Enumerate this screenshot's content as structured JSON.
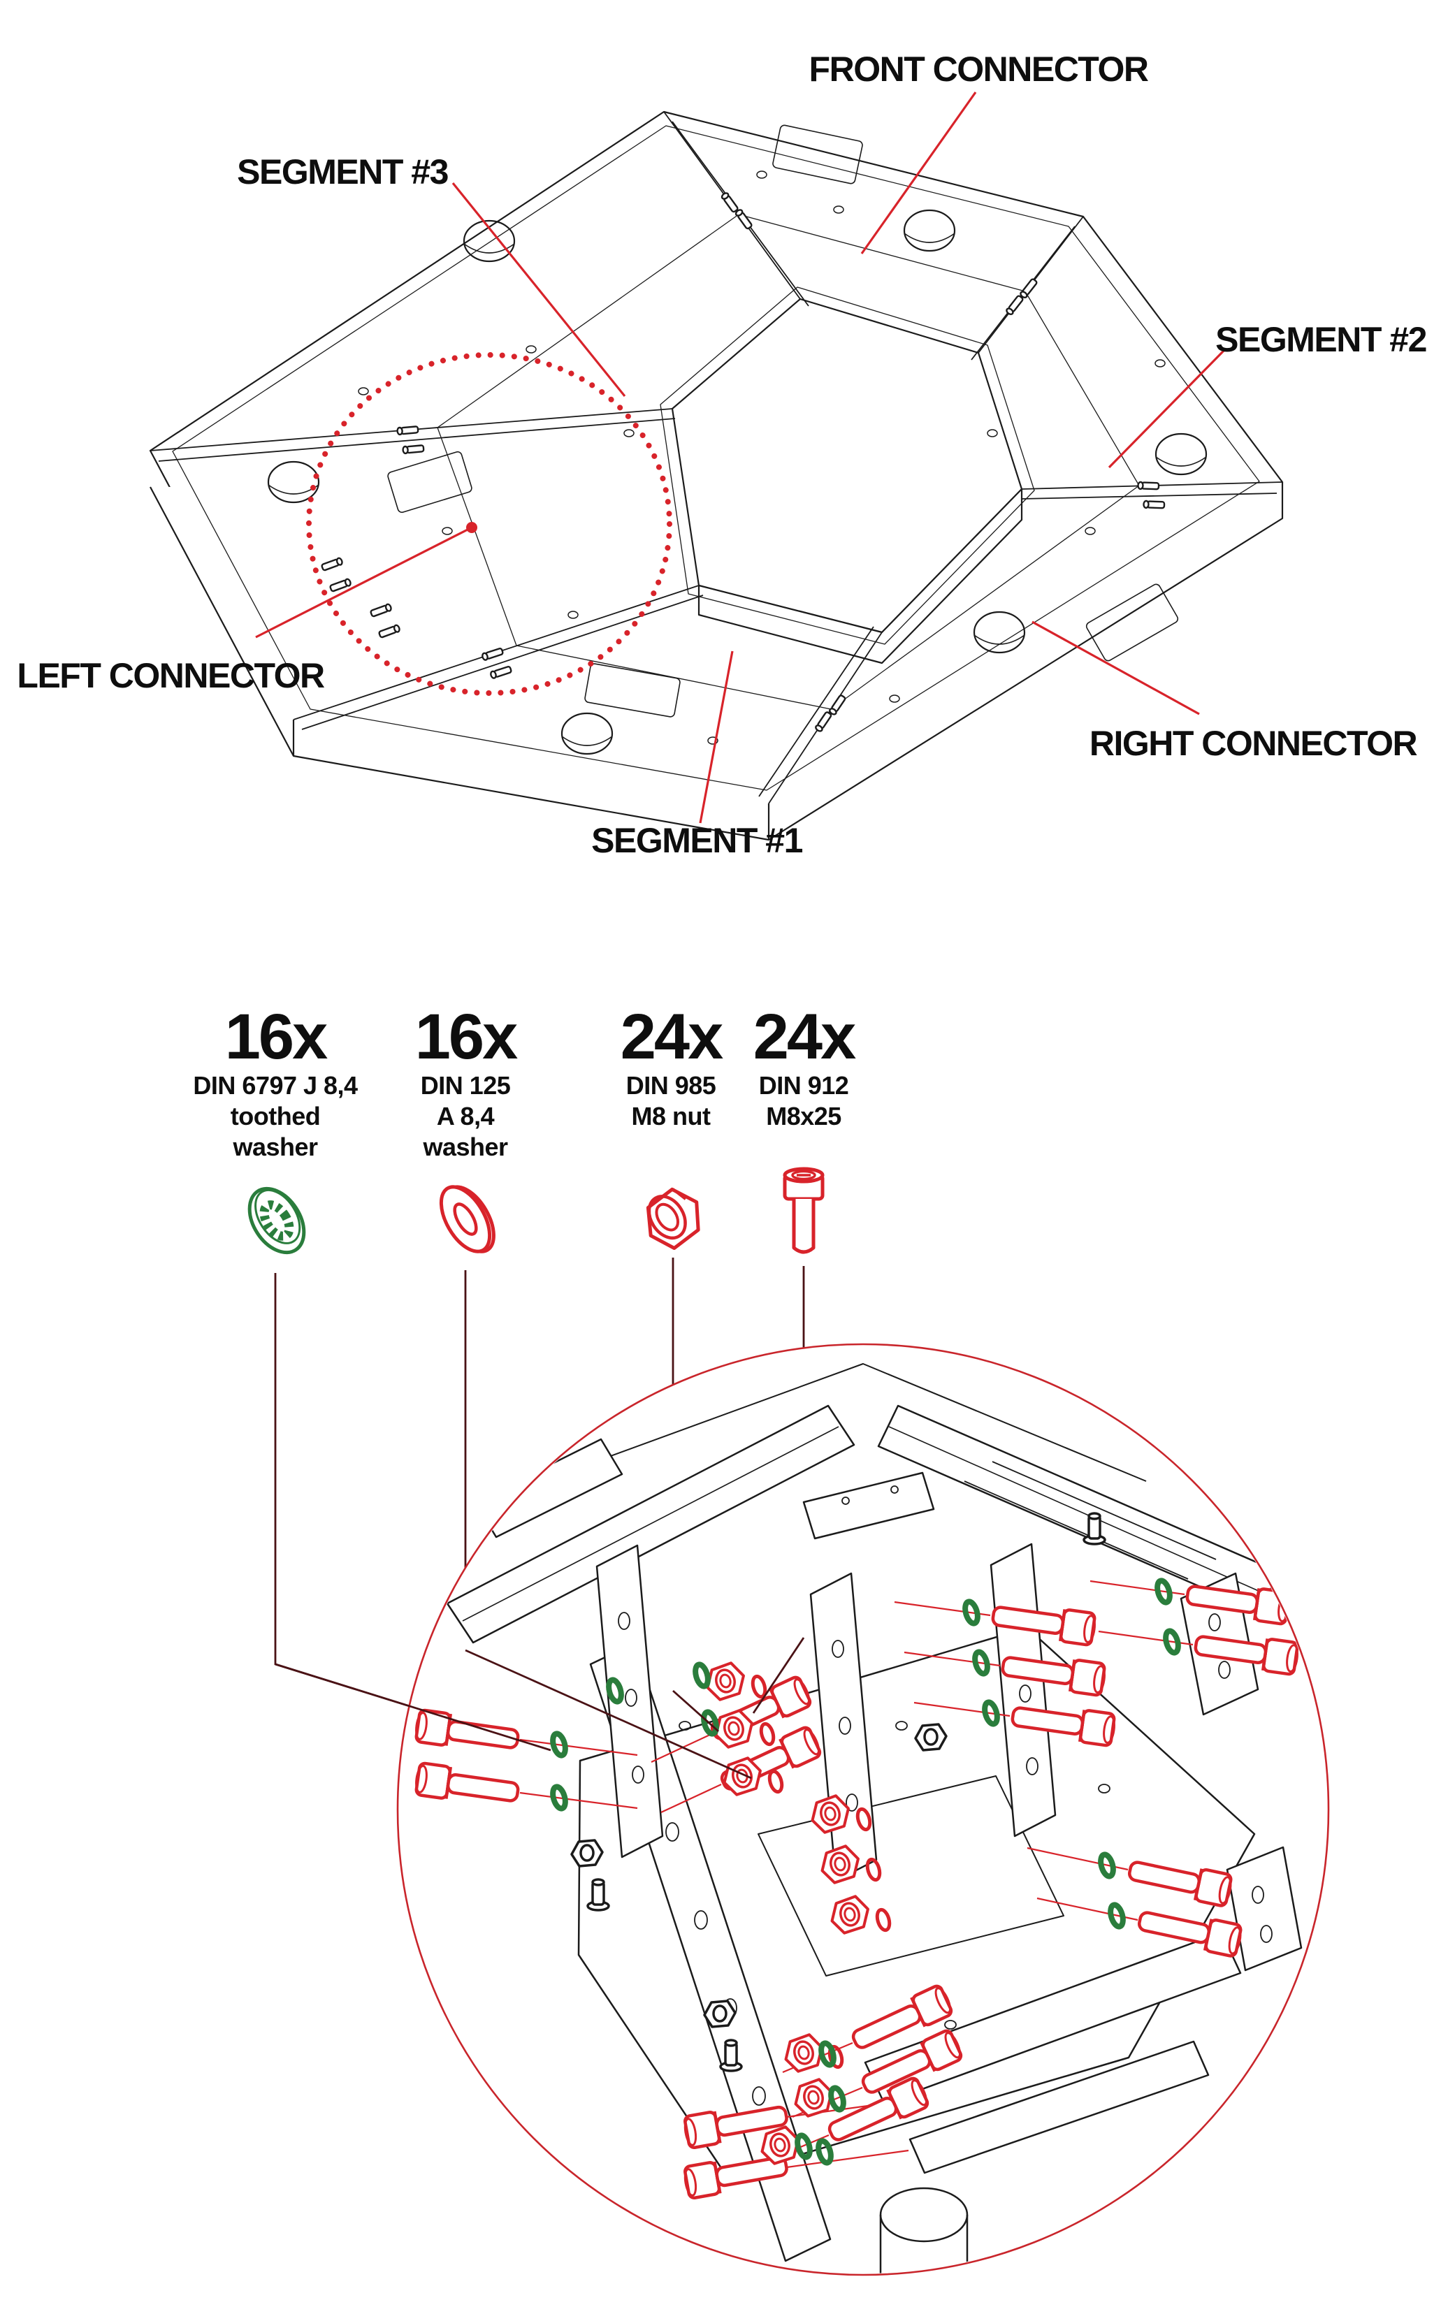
{
  "colors": {
    "accent_red": "#d8232a",
    "leader_dark_red": "#4a1215",
    "washer_green": "#2a7d3c",
    "line_black": "#1b1b1b",
    "text_black": "#0e0e0e"
  },
  "assembly_labels": {
    "front_connector": "FRONT CONNECTOR",
    "segment_3": "SEGMENT #3",
    "segment_2": "SEGMENT #2",
    "left_connector": "LEFT CONNECTOR",
    "right_connector": "RIGHT CONNECTOR",
    "segment_1": "SEGMENT #1"
  },
  "parts_list": [
    {
      "qty": "16x",
      "desc_lines": [
        "DIN 6797 J 8,4",
        "toothed",
        "washer"
      ],
      "icon": "toothed-washer-icon",
      "icon_color": "#2a7d3c"
    },
    {
      "qty": "16x",
      "desc_lines": [
        "DIN 125",
        "A 8,4",
        "washer"
      ],
      "icon": "flat-washer-icon",
      "icon_color": "#d8232a"
    },
    {
      "qty": "24x",
      "desc_lines": [
        "DIN 985",
        "M8 nut"
      ],
      "icon": "hex-nut-icon",
      "icon_color": "#d8232a"
    },
    {
      "qty": "24x",
      "desc_lines": [
        "DIN 912",
        "M8x25"
      ],
      "icon": "socket-head-bolt-icon",
      "icon_color": "#d8232a"
    }
  ]
}
